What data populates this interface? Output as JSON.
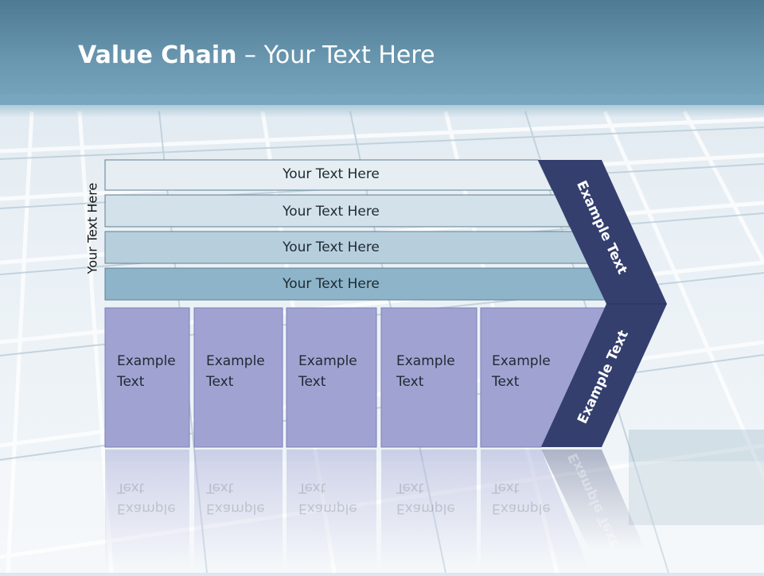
{
  "slide": {
    "title_bold": "Value Chain",
    "title_rest": " – Your Text Here"
  },
  "diagram": {
    "side_label": "Your Text Here",
    "rows": [
      {
        "label": "Your Text Here",
        "color": "#e6eef3"
      },
      {
        "label": "Your Text Here",
        "color": "#d2e1ea"
      },
      {
        "label": "Your Text Here",
        "color": "#b7cfdd"
      },
      {
        "label": "Your Text Here",
        "color": "#8db4c9"
      }
    ],
    "boxes": [
      {
        "line1": "Example",
        "line2": "Text"
      },
      {
        "line1": "Example",
        "line2": "Text"
      },
      {
        "line1": "Example",
        "line2": "Text"
      },
      {
        "line1": "Example",
        "line2": "Text"
      },
      {
        "line1": "Example",
        "line2": "Text"
      }
    ],
    "box_color": "#a0a3d2",
    "arrow_color": "#343f6e",
    "arrow_upper_label": "Example Text",
    "arrow_lower_label": "Example Text",
    "arrow_reflection_label": "Example Text"
  }
}
